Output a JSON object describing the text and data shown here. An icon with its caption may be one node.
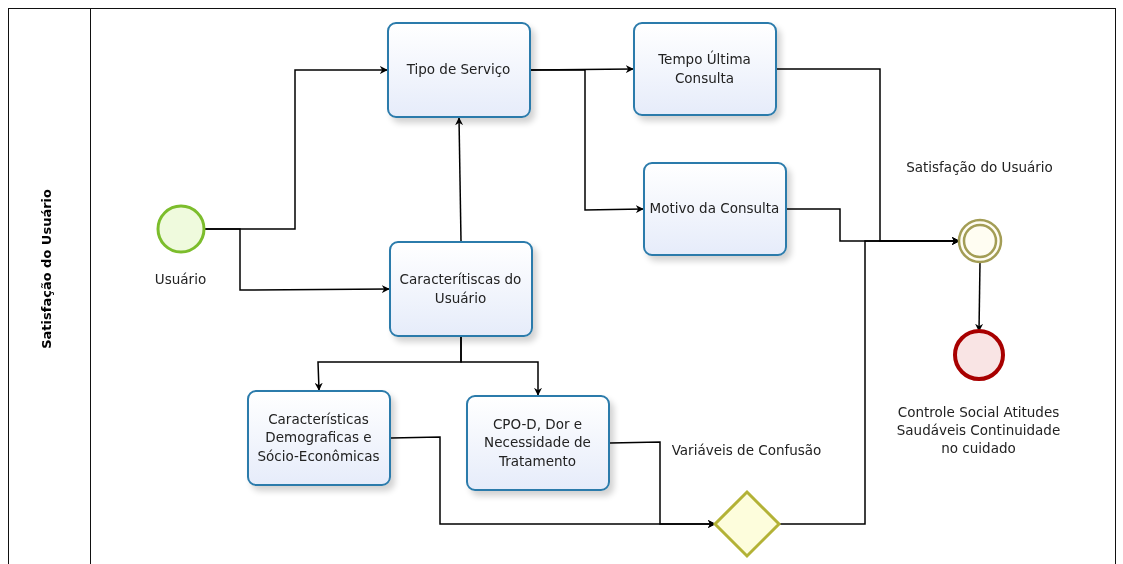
{
  "diagram": {
    "nodes": [
      {
        "text": [
          "Satisfação do Usuário"
        ]
      },
      {
        "text": [
          "Usuário"
        ],
        "in": 0
      },
      {
        "text": [
          "Tipo de Serviço"
        ],
        "in": 0
      },
      {
        "text": [
          "Caracterítiscas do Usuário"
        ],
        "in": 0
      },
      {
        "text": [
          "Tempo Última Consulta"
        ],
        "in": 0
      },
      {
        "text": [
          "Motivo da Consulta"
        ],
        "in": 0
      },
      {
        "text": [
          "Características Demograficas e Sócio-Econômicas"
        ],
        "in": 0
      },
      {
        "text": [
          "CPO-D, Dor e Necessidade de Tratamento"
        ],
        "in": 0
      },
      {
        "text": [
          "Variáveis de Confusão"
        ],
        "in": 0
      },
      {
        "text": [
          "Satisfação do Usuário"
        ],
        "in": 0
      },
      {
        "text": [
          "Controle Social Atitudes Saudáveis Continuidade no cuidado"
        ],
        "in": 0
      }
    ],
    "edges": [
      {
        "from": 1,
        "to": 2,
        "arrow": "to"
      },
      {
        "from": 1,
        "to": 3,
        "arrow": "to"
      },
      {
        "from": 3,
        "to": 2,
        "arrow": "to"
      },
      {
        "from": 2,
        "to": 4,
        "arrow": "to"
      },
      {
        "from": 2,
        "to": 5,
        "arrow": "to"
      },
      {
        "from": 3,
        "to": 6,
        "arrow": "to"
      },
      {
        "from": 3,
        "to": 7,
        "arrow": "to"
      },
      {
        "from": 4,
        "to": 9,
        "arrow": "to"
      },
      {
        "from": 5,
        "to": 9,
        "arrow": "to"
      },
      {
        "from": 6,
        "to": 8,
        "arrow": "to"
      },
      {
        "from": 7,
        "to": 8,
        "arrow": "to"
      },
      {
        "from": 8,
        "to": 9,
        "arrow": "to"
      },
      {
        "from": 9,
        "to": 10,
        "arrow": "to"
      }
    ]
  }
}
